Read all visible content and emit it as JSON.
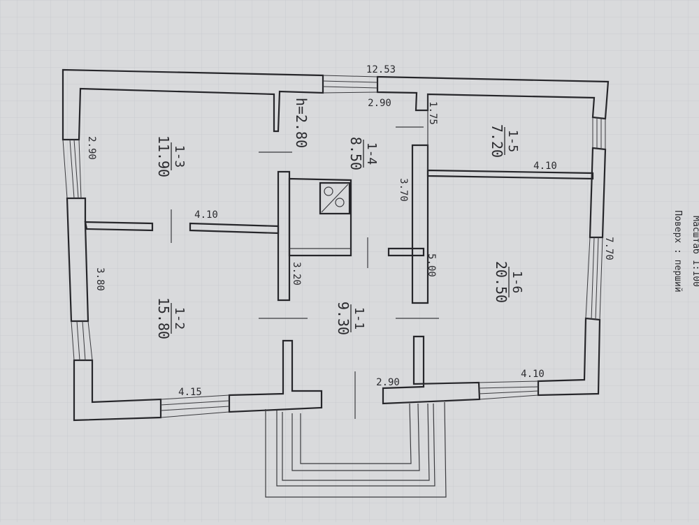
{
  "overall_width": "12.53",
  "ceiling_height": "h=2.80",
  "floor_label": "Поверх : перший",
  "scale_fragment": "Масштаб 1:100",
  "rooms": [
    {
      "id": "1-1",
      "area": "9.30"
    },
    {
      "id": "1-2",
      "area": "15.80"
    },
    {
      "id": "1-3",
      "area": "11.90"
    },
    {
      "id": "1-4",
      "area": "8.50"
    },
    {
      "id": "1-5",
      "area": "7.20"
    },
    {
      "id": "1-6",
      "area": "20.50"
    }
  ],
  "dimensions": {
    "r13_left": "2.90",
    "r12_left": "3.80",
    "r13_r12_wall": "4.10",
    "r12_bottom": "4.15",
    "r14_top": "2.90",
    "r11_left": "3.20",
    "r11_bottom": "2.90",
    "r15_side": "1.75",
    "r14_right": "3.70",
    "r15_bottom": "4.10",
    "r16_left": "5.00",
    "r16_bottom": "4.10",
    "right_outer": "7.70"
  }
}
